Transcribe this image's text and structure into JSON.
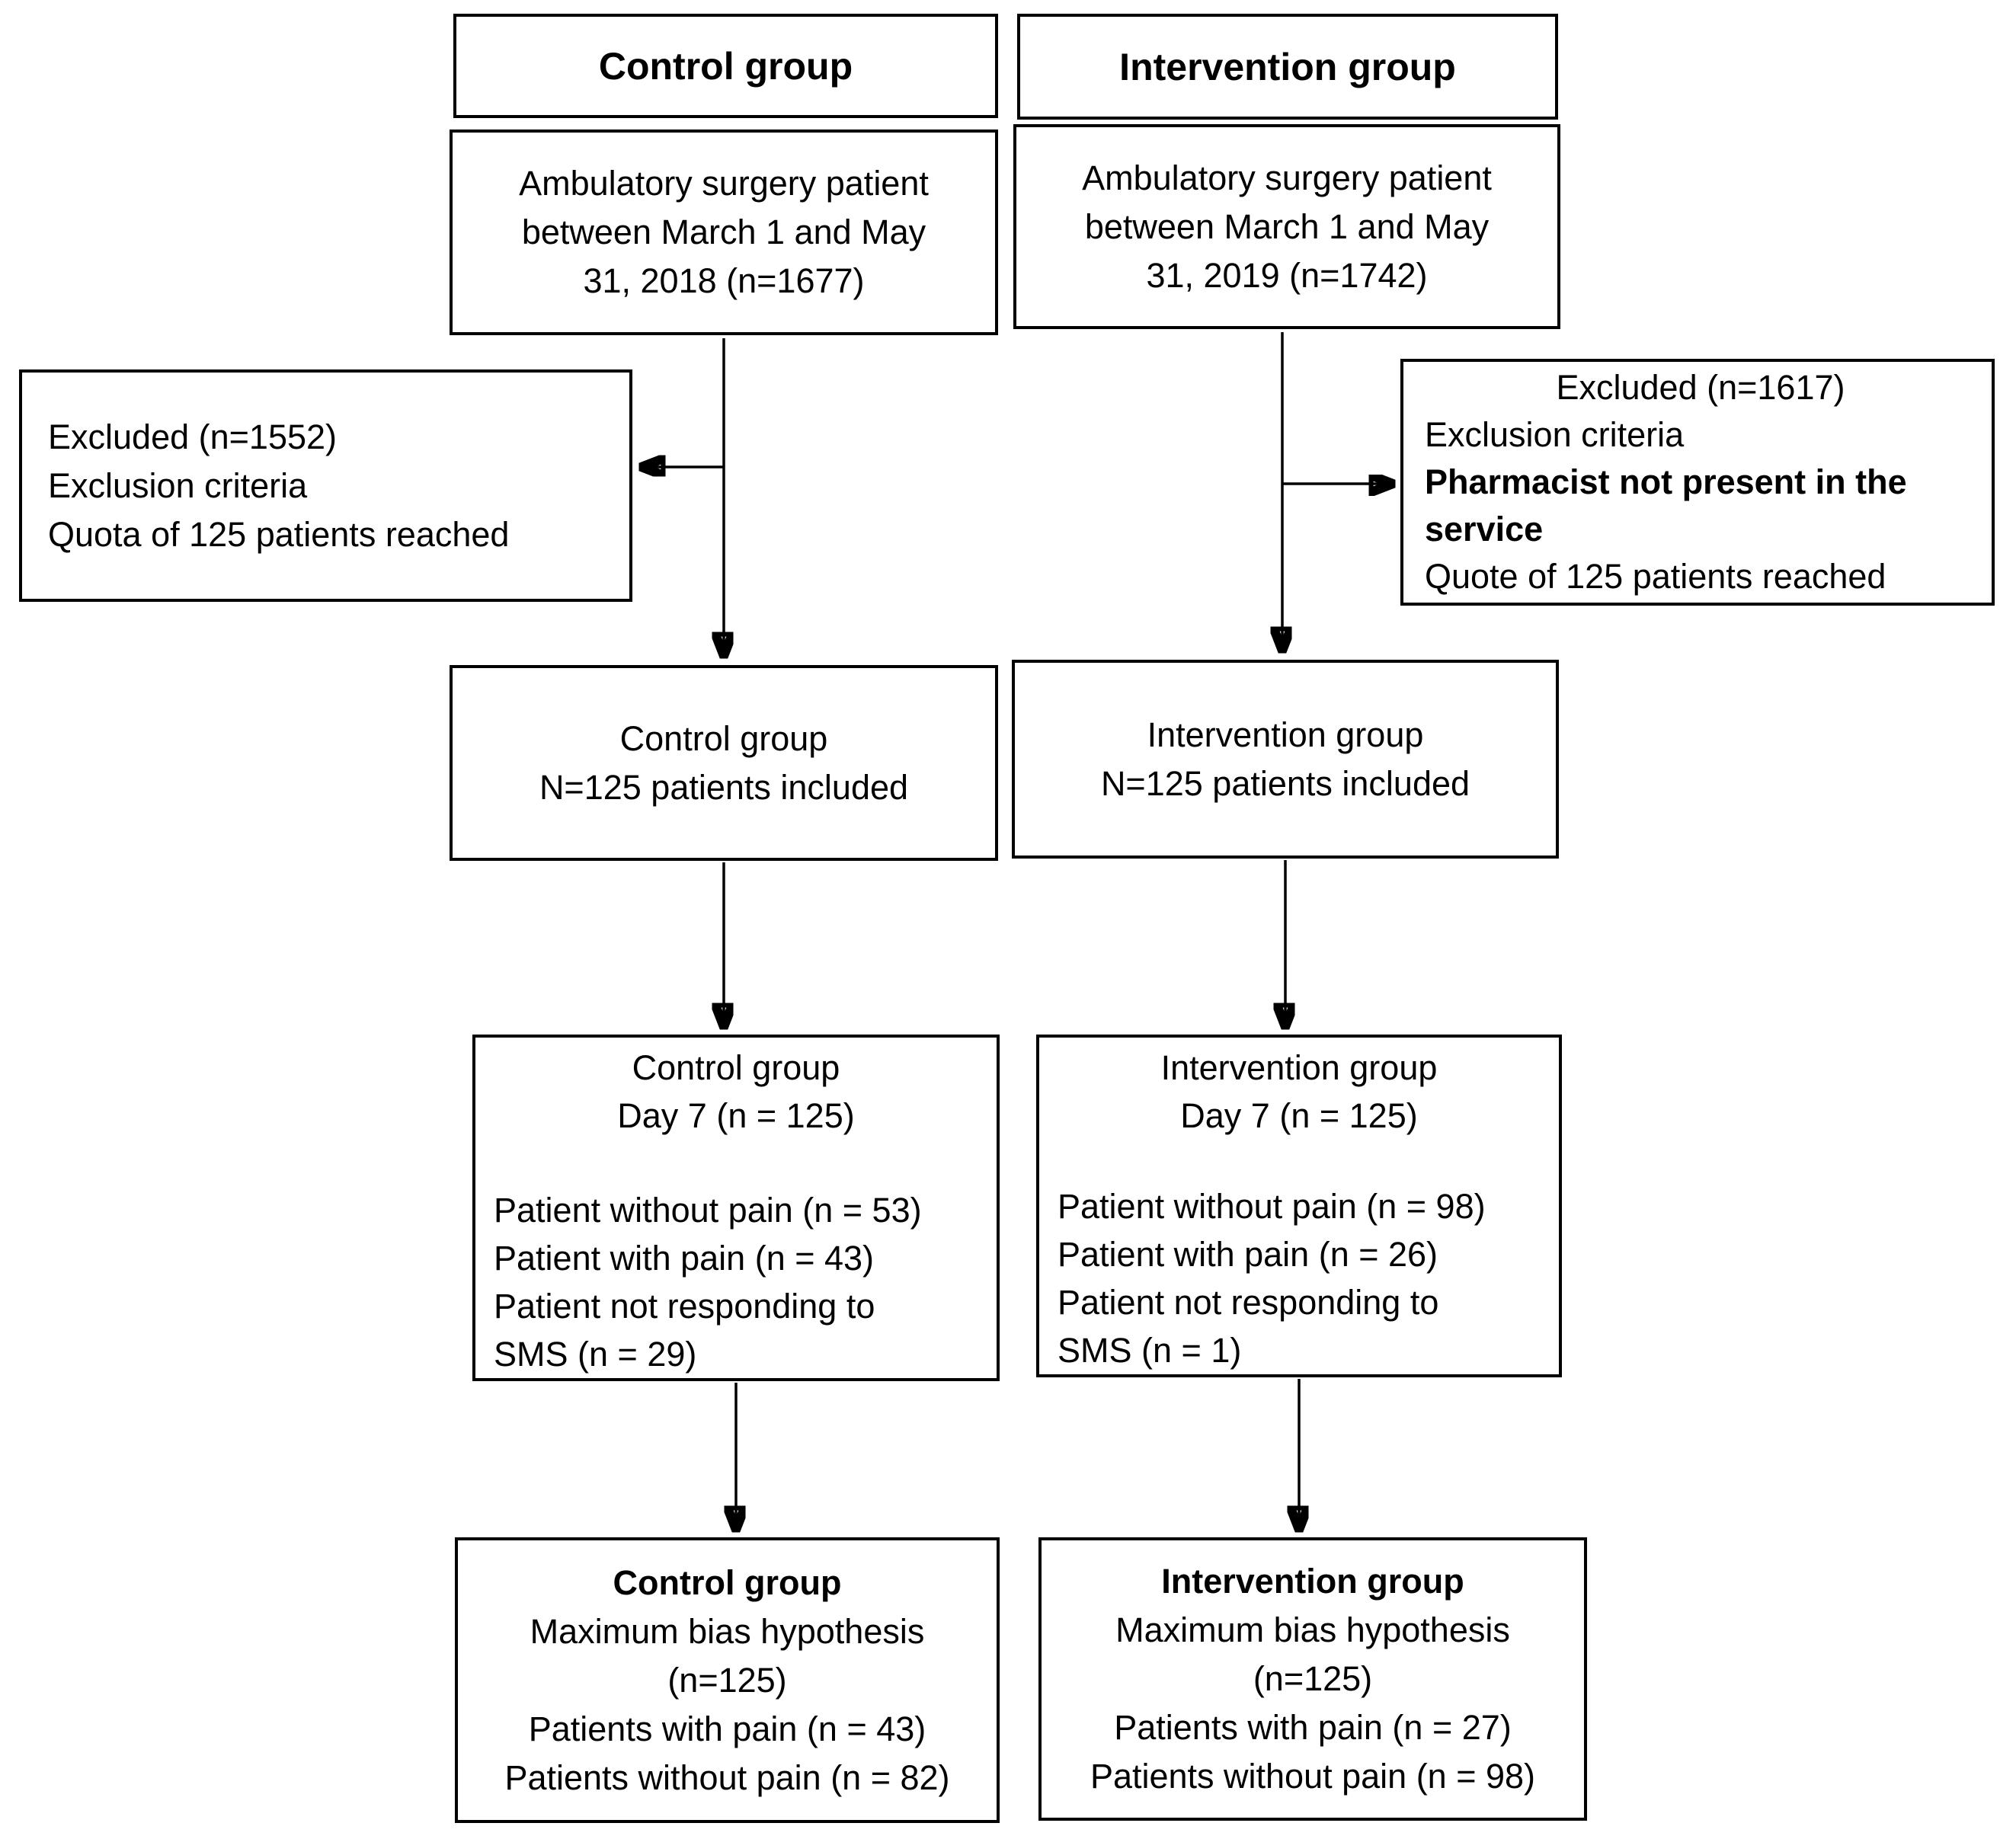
{
  "boxes": {
    "control_header": {
      "title": "Control group"
    },
    "intervention_header": {
      "title": "Intervention group"
    },
    "control_enrollment": {
      "lines": [
        "Ambulatory surgery patient",
        "between March 1 and May",
        "31, 2018 (n=1677)"
      ]
    },
    "intervention_enrollment": {
      "lines": [
        "Ambulatory surgery patient",
        "between March 1 and May",
        "31, 2019 (n=1742)"
      ]
    },
    "control_excluded": {
      "lines": [
        "Excluded (n=1552)",
        "Exclusion criteria",
        "Quota of 125 patients reached"
      ]
    },
    "intervention_excluded": {
      "title": "Excluded (n=1617)",
      "lines": [
        "Exclusion criteria"
      ],
      "bold_lines": [
        "Pharmacist not present in the",
        "service"
      ],
      "tail": "Quote of 125 patients reached"
    },
    "control_included": {
      "lines": [
        "Control group",
        "N=125 patients included"
      ]
    },
    "intervention_included": {
      "lines": [
        "Intervention group",
        "N=125 patients included"
      ]
    },
    "control_day7": {
      "header_lines": [
        "Control group",
        "Day 7 (n = 125)"
      ],
      "details": [
        "Patient without pain (n = 53)",
        "Patient with pain (n = 43)",
        "Patient not responding to",
        "SMS (n = 29)"
      ]
    },
    "intervention_day7": {
      "header_lines": [
        "Intervention group",
        "Day 7 (n = 125)"
      ],
      "details": [
        "Patient without pain (n = 98)",
        "Patient with pain (n = 26)",
        "Patient not responding to",
        "SMS (n = 1)"
      ]
    },
    "control_final": {
      "title": "Control group",
      "lines": [
        "Maximum bias hypothesis",
        "(n=125)",
        "Patients with pain (n = 43)",
        "Patients without pain (n = 82)"
      ]
    },
    "intervention_final": {
      "title": "Intervention group",
      "lines": [
        "Maximum bias hypothesis",
        "(n=125)",
        "Patients with pain (n = 27)",
        "Patients without pain (n = 98)"
      ]
    }
  }
}
